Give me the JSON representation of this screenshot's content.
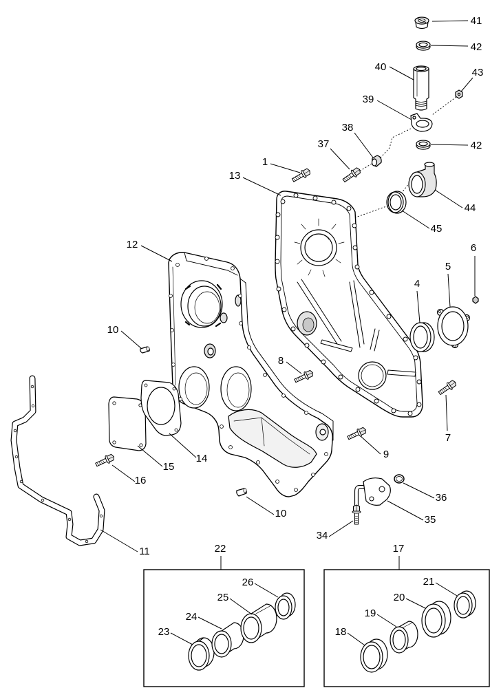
{
  "callouts": [
    "41",
    "42",
    "40",
    "43",
    "39",
    "38",
    "42",
    "37",
    "1",
    "13",
    "44",
    "45",
    "12",
    "6",
    "5",
    "4",
    "10",
    "8",
    "7",
    "9",
    "14",
    "15",
    "16",
    "10",
    "36",
    "35",
    "34",
    "11",
    "22",
    "17",
    "26",
    "25",
    "24",
    "23",
    "21",
    "20",
    "19",
    "18"
  ],
  "colors": {
    "line": "#000000",
    "background": "#ffffff",
    "shade": "#e6e6e6"
  }
}
